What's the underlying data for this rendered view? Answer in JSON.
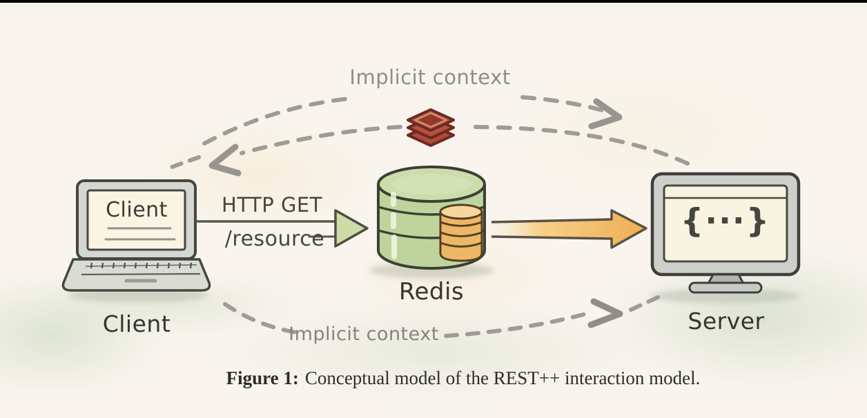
{
  "figure": {
    "caption": {
      "prefix": "Figure 1:",
      "text": "Conceptual model of the REST++ interaction model."
    }
  },
  "flows": {
    "top_context_label": "Implicit context",
    "bottom_context_label": "Implicit context",
    "request_line1": "HTTP GET",
    "request_line2": "/resource"
  },
  "nodes": {
    "client": {
      "label": "Client",
      "screen_text": "Client"
    },
    "redis": {
      "label": "Redis"
    },
    "server": {
      "label": "Server",
      "screen_text": "{···}"
    }
  },
  "icons": {
    "client": "laptop-icon",
    "redis": "database-cylinder-icon",
    "redis_coins": "coin-stack-icon",
    "cache": "redis-cache-stack-icon",
    "server": "monitor-icon",
    "request": "green-arrow-icon",
    "response": "orange-arrow-icon",
    "context": "dashed-arc-arrows"
  },
  "colors": {
    "background": "#f9f5ee",
    "top_bar": "#050505",
    "dashed_context": "#9d9c97",
    "context_text": "#8e8d89",
    "label_text": "#34352f",
    "request_text": "#44473d",
    "request_arrowhead": "#cddca6",
    "data_arrow": "#eeaf52",
    "redis_body": "#bfd49c",
    "coins": "#ecb766",
    "cache_red": "#b5523f",
    "device_gray": "#d2d4d0",
    "screen_cream": "#faf4e2",
    "caption_text": "#2d2d29"
  }
}
